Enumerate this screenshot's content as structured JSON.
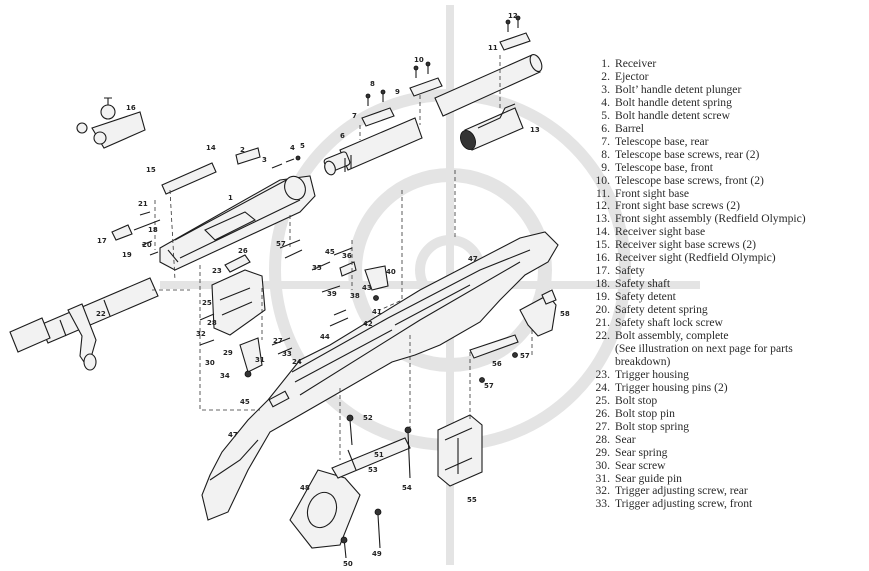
{
  "parts_list": [
    {
      "num": "1.",
      "text": "Receiver"
    },
    {
      "num": "2.",
      "text": "Ejector"
    },
    {
      "num": "3.",
      "text": "Bolt’ handle detent plunger"
    },
    {
      "num": "4.",
      "text": "Bolt handle detent spring"
    },
    {
      "num": "5.",
      "text": "Bolt handle detent screw"
    },
    {
      "num": "6.",
      "text": "Barrel"
    },
    {
      "num": "7.",
      "text": "Telescope base, rear"
    },
    {
      "num": "8.",
      "text": "Telescope base screws, rear (2)"
    },
    {
      "num": "9.",
      "text": "Telescope base, front"
    },
    {
      "num": "10.",
      "text": "Telescope base screws, front (2)"
    },
    {
      "num": "11.",
      "text": "Front sight base"
    },
    {
      "num": "12.",
      "text": "Front sight base screws (2)"
    },
    {
      "num": "13.",
      "text": "Front sight assembly (Redfield Olympic)"
    },
    {
      "num": "14.",
      "text": "Receiver sight base"
    },
    {
      "num": "15.",
      "text": "Receiver sight base screws (2)"
    },
    {
      "num": "16.",
      "text": "Receiver sight (Redfield Olympic)"
    },
    {
      "num": "17.",
      "text": "Safety"
    },
    {
      "num": "18.",
      "text": "Safety shaft"
    },
    {
      "num": "19.",
      "text": "Safety detent"
    },
    {
      "num": "20.",
      "text": "Safety detent spring"
    },
    {
      "num": "21.",
      "text": "Safety shaft lock screw"
    },
    {
      "num": "22.",
      "text": "Bolt assembly, complete",
      "cont": [
        "(See illustration on next page for parts",
        "breakdown)"
      ]
    },
    {
      "num": "23.",
      "text": "Trigger housing"
    },
    {
      "num": "24.",
      "text": "Trigger housing pins (2)"
    },
    {
      "num": "25.",
      "text": "Bolt stop"
    },
    {
      "num": "26.",
      "text": "Bolt stop pin"
    },
    {
      "num": "27.",
      "text": "Bolt stop spring"
    },
    {
      "num": "28.",
      "text": "Sear"
    },
    {
      "num": "29.",
      "text": "Sear spring"
    },
    {
      "num": "30.",
      "text": "Sear screw"
    },
    {
      "num": "31.",
      "text": "Sear guide pin"
    },
    {
      "num": "32.",
      "text": "Trigger adjusting screw, rear"
    },
    {
      "num": "33.",
      "text": "Trigger adjusting screw, front"
    }
  ],
  "callouts": [
    {
      "key": "c12",
      "text": "12"
    },
    {
      "key": "c11",
      "text": "11"
    },
    {
      "key": "c10",
      "text": "10"
    },
    {
      "key": "c9",
      "text": "9"
    },
    {
      "key": "c8",
      "text": "8"
    },
    {
      "key": "c7",
      "text": "7"
    },
    {
      "key": "c6",
      "text": "6"
    },
    {
      "key": "c13",
      "text": "13"
    },
    {
      "key": "c16",
      "text": "16"
    },
    {
      "key": "c14",
      "text": "14"
    },
    {
      "key": "c15",
      "text": "15"
    },
    {
      "key": "c2",
      "text": "2"
    },
    {
      "key": "c3",
      "text": "3"
    },
    {
      "key": "c4",
      "text": "4"
    },
    {
      "key": "c5",
      "text": "5"
    },
    {
      "key": "c1",
      "text": "1"
    },
    {
      "key": "c21",
      "text": "21"
    },
    {
      "key": "c18",
      "text": "18"
    },
    {
      "key": "c17",
      "text": "17"
    },
    {
      "key": "c20",
      "text": "20"
    },
    {
      "key": "c19",
      "text": "19"
    },
    {
      "key": "c22",
      "text": "22"
    },
    {
      "key": "c26",
      "text": "26"
    },
    {
      "key": "c57a",
      "text": "57"
    },
    {
      "key": "c23",
      "text": "23"
    },
    {
      "key": "c25",
      "text": "25"
    },
    {
      "key": "c45a",
      "text": "45"
    },
    {
      "key": "c35",
      "text": "35"
    },
    {
      "key": "c36",
      "text": "36"
    },
    {
      "key": "c40",
      "text": "40"
    },
    {
      "key": "c39",
      "text": "39"
    },
    {
      "key": "c38",
      "text": "38"
    },
    {
      "key": "c43",
      "text": "43"
    },
    {
      "key": "c41",
      "text": "41"
    },
    {
      "key": "c42",
      "text": "42"
    },
    {
      "key": "c44",
      "text": "44"
    },
    {
      "key": "c28",
      "text": "28"
    },
    {
      "key": "c32",
      "text": "32"
    },
    {
      "key": "c29",
      "text": "29"
    },
    {
      "key": "c30",
      "text": "30"
    },
    {
      "key": "c27",
      "text": "27"
    },
    {
      "key": "c24",
      "text": "24"
    },
    {
      "key": "c31",
      "text": "31"
    },
    {
      "key": "c34",
      "text": "34"
    },
    {
      "key": "c33",
      "text": "33"
    },
    {
      "key": "c47a",
      "text": "47"
    },
    {
      "key": "c58",
      "text": "58"
    },
    {
      "key": "c56",
      "text": "56"
    },
    {
      "key": "c57b",
      "text": "57"
    },
    {
      "key": "c57c",
      "text": "57"
    },
    {
      "key": "c45b",
      "text": "45"
    },
    {
      "key": "c47b",
      "text": "47"
    },
    {
      "key": "c52",
      "text": "52"
    },
    {
      "key": "c51",
      "text": "51"
    },
    {
      "key": "c53",
      "text": "53"
    },
    {
      "key": "c54",
      "text": "54"
    },
    {
      "key": "c55",
      "text": "55"
    },
    {
      "key": "c48",
      "text": "48"
    },
    {
      "key": "c49",
      "text": "49"
    },
    {
      "key": "c50",
      "text": "50"
    }
  ],
  "colors": {
    "ink": "#1c1c1c",
    "paper": "#ffffff",
    "text": "#2a2a2a",
    "watermark": "#e4e4e4"
  }
}
